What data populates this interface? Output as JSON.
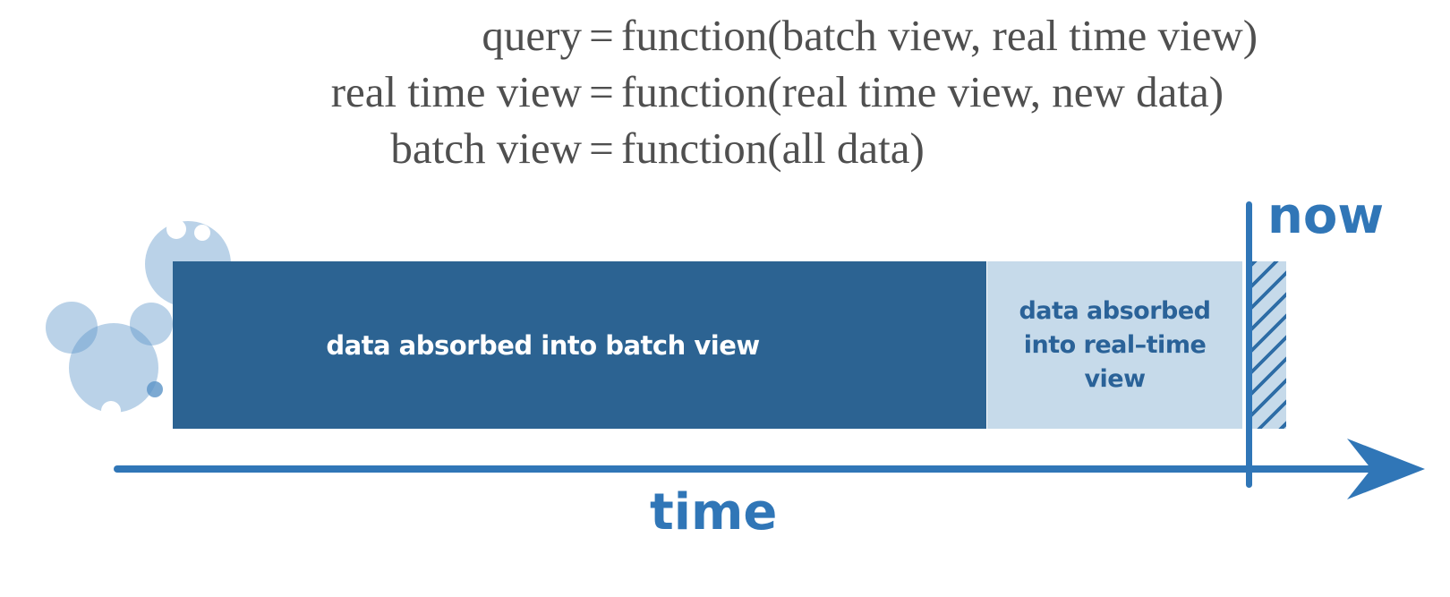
{
  "equations": {
    "rows": [
      {
        "lhs": "query",
        "eq": "=",
        "rhs": "function(batch view, real time view)"
      },
      {
        "lhs": "real time view",
        "eq": "=",
        "rhs": "function(real time view, new data)"
      },
      {
        "lhs": "batch view",
        "eq": "=",
        "rhs": "function(all data)"
      }
    ],
    "text_color": "#4f4f4f"
  },
  "timeline": {
    "batch_bar": {
      "label": "data absorbed into batch view",
      "fill_color": "#2c6392",
      "label_color": "#ffffff"
    },
    "realtime_bar": {
      "label_lines": [
        "data absorbed",
        "into real–time",
        "view"
      ],
      "fill_color": "#c6daea",
      "label_color": "#2a6298"
    },
    "hatch_block": {
      "fill_color": "#c6daea",
      "stripe_color": "#2e6da6"
    },
    "now_label": "now",
    "time_label": "time",
    "accent_color": "#3076b7"
  },
  "decoration": {
    "bubble_color": "#5b93c7"
  }
}
